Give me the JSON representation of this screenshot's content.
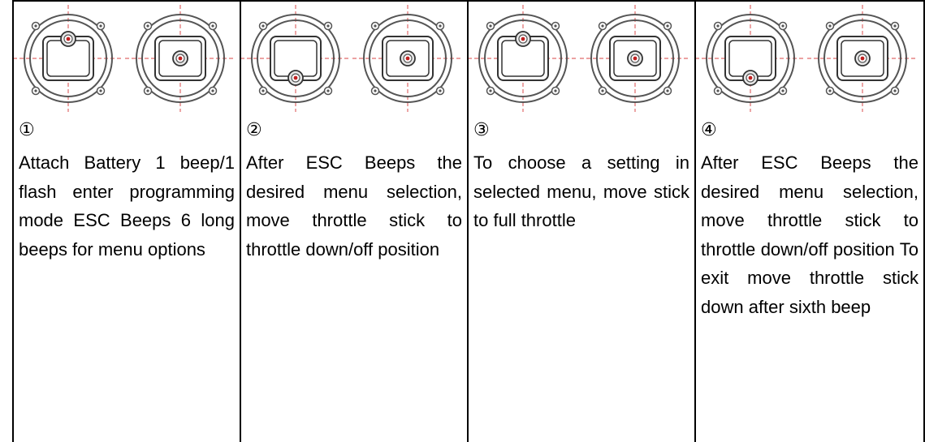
{
  "steps": [
    {
      "number": "①",
      "text": "Attach Battery 1 beep/1 flash enter programming mode ESC Beeps 6 long beeps for menu options",
      "left_stick": "center-top",
      "right_stick": "center"
    },
    {
      "number": "②",
      "text": "After ESC Beeps the desired menu selection, move throttle stick to throttle down/off position",
      "left_stick": "center-bottom",
      "right_stick": "center"
    },
    {
      "number": "③",
      "text": "To choose a setting in selected menu, move stick to full throttle",
      "left_stick": "center-top",
      "right_stick": "center"
    },
    {
      "number": "④",
      "text": "After ESC Beeps the desired menu selection, move throttle stick to throttle down/off position To exit move throttle stick down after sixth beep",
      "left_stick": "center-bottom",
      "right_stick": "center"
    }
  ],
  "colors": {
    "crosshair": "#e06a6a",
    "stick_dot": "#c02020",
    "outline": "#555555"
  }
}
